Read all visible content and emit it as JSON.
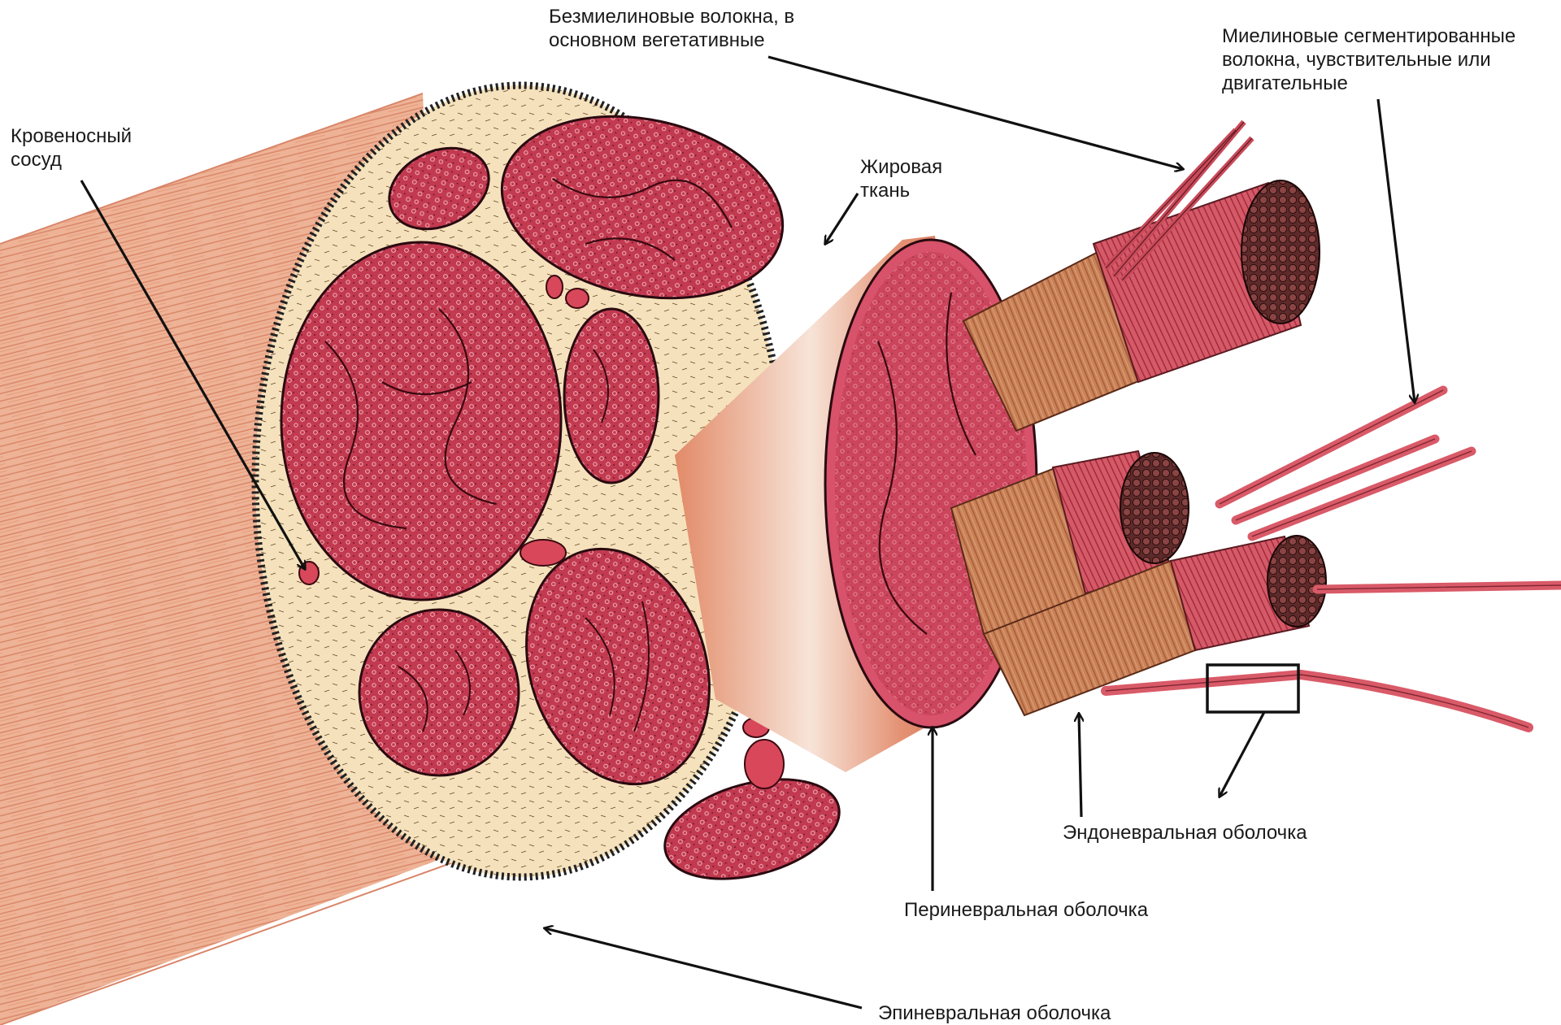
{
  "labels": {
    "unmyelinated": [
      "Безмиелиновые волокна, в",
      "основном вегетативные"
    ],
    "myelinated": [
      "Миелиновые сегментированные",
      "волокна, чувствительные или",
      "двигательные"
    ],
    "blood_vessel": [
      "Кровеносный",
      "сосуд"
    ],
    "fat": [
      "Жировая",
      "ткань"
    ],
    "endoneurium": "Эндоневральная оболочка",
    "perineurium": "Периневральная оболочка",
    "epineurium": "Эпиневральная оболочка"
  },
  "colors": {
    "epineurium": "#e9a88a",
    "epineurium_stripe": "#d78063",
    "fascicle": "#b9344a",
    "fascicle_dark": "#8e1f33",
    "perineurium": "#de7f62",
    "perineurium_light": "#f6ddd0",
    "fat": "#f4e0b8",
    "fiber": "#d14a5c",
    "fiber_dark": "#a8283a",
    "sheath": "#c77d56",
    "sheath_stripe": "#a85c3c",
    "border": "#222222"
  }
}
